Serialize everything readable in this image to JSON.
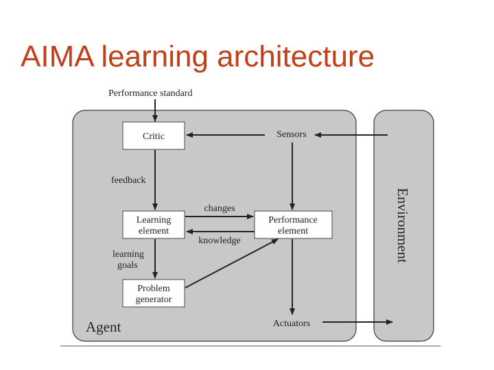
{
  "slide": {
    "title": "AIMA learning architecture"
  },
  "diagram": {
    "performance_standard": "Performance standard",
    "agent_label": "Agent",
    "environment_label": "Environment",
    "boxes": {
      "critic": [
        "Critic"
      ],
      "learning_element": [
        "Learning",
        "element"
      ],
      "performance_element": [
        "Performance",
        "element"
      ],
      "problem_generator": [
        "Problem",
        "generator"
      ]
    },
    "labels": {
      "sensors": "Sensors",
      "actuators": "Actuators",
      "feedback": "feedback",
      "changes": "changes",
      "knowledge": "knowledge",
      "learning_goals": [
        "learning",
        "goals"
      ]
    },
    "colors": {
      "title": "#c0401a",
      "panel_fill": "#c8c8ca",
      "panel_stroke": "#3a3a3a",
      "box_fill": "#ffffff",
      "arrow": "#222222"
    }
  }
}
